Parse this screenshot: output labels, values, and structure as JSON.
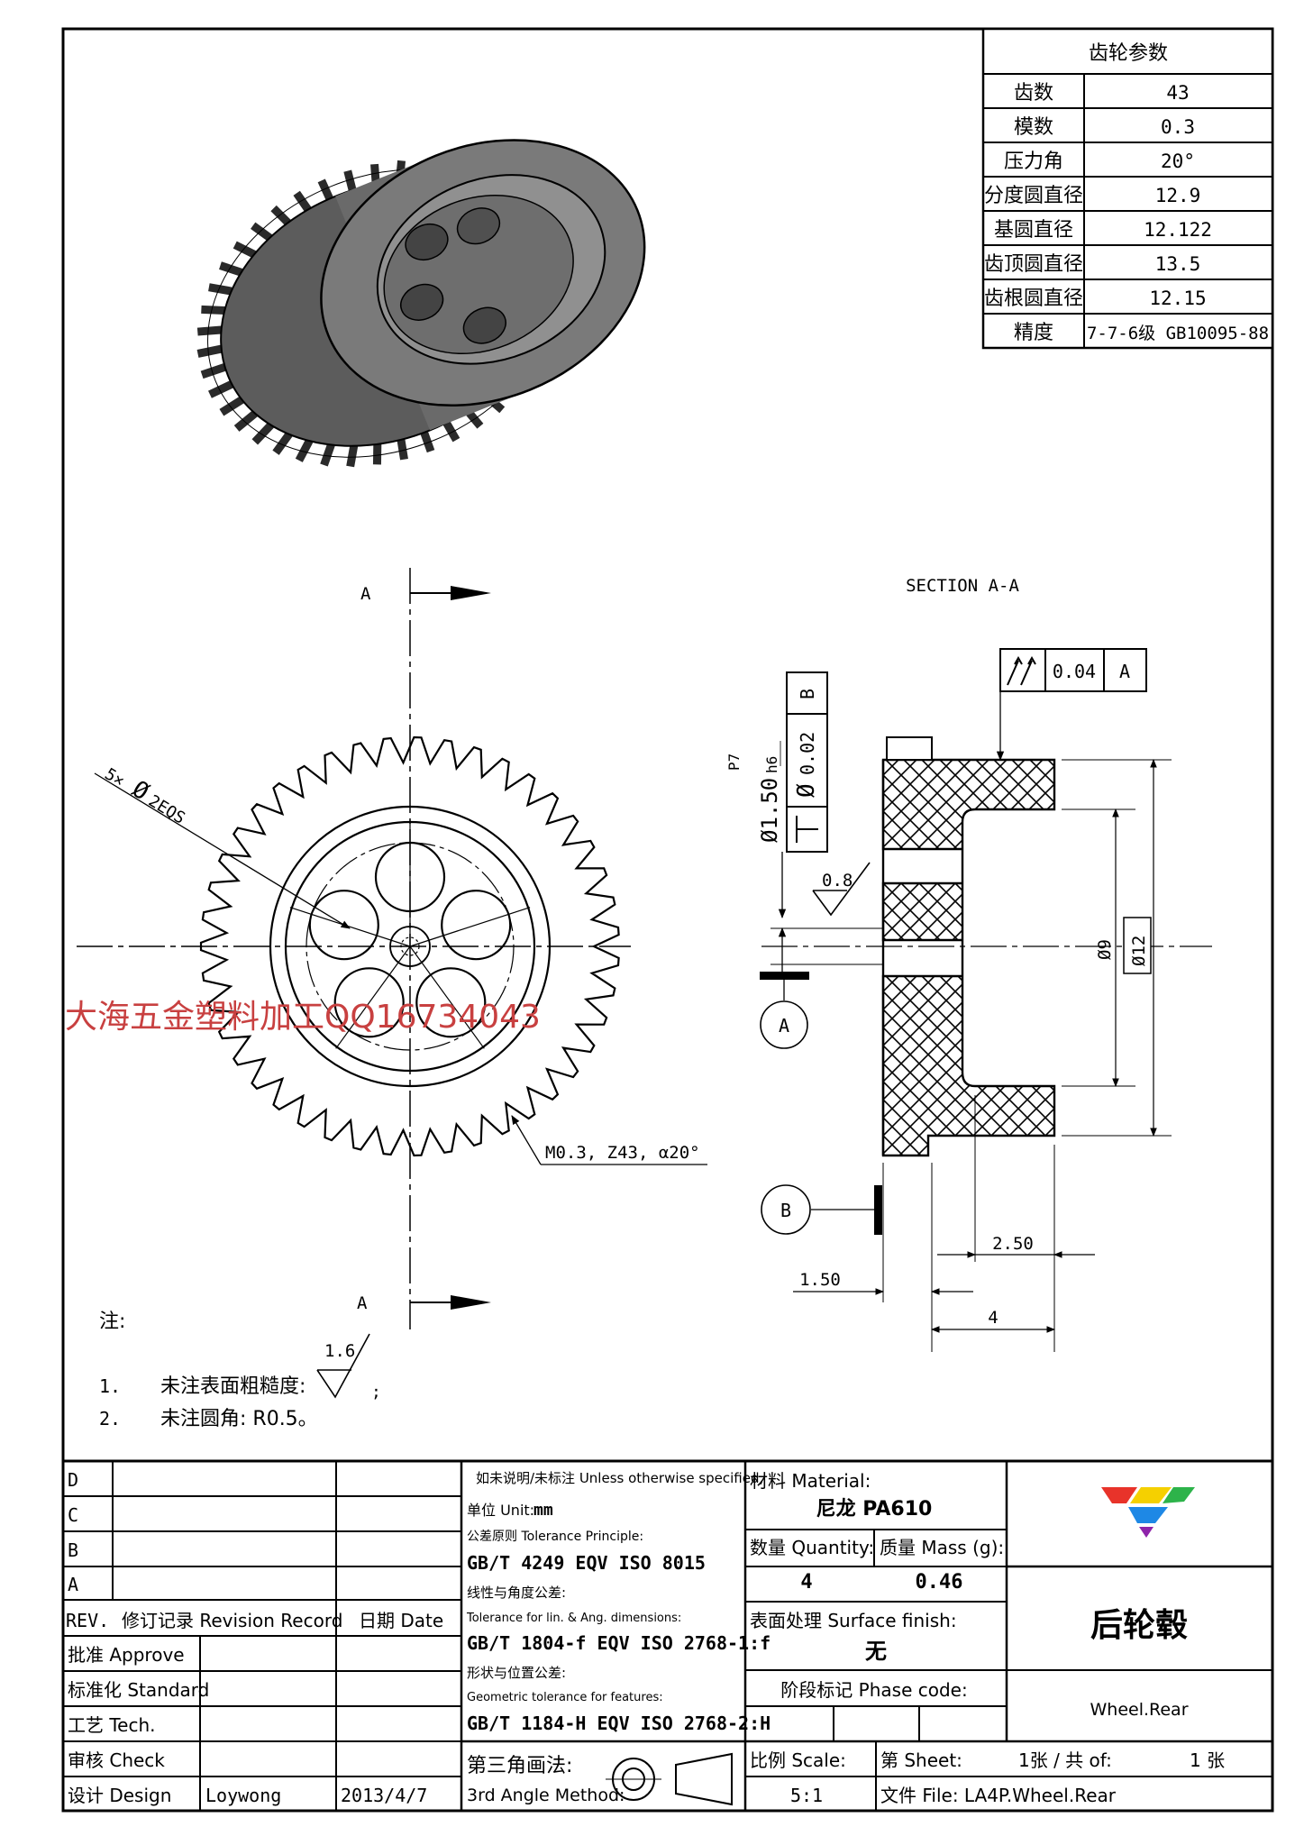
{
  "gear_table": {
    "title": "齿轮参数",
    "rows": [
      {
        "label": "齿数",
        "value": "43"
      },
      {
        "label": "模数",
        "value": "0.3"
      },
      {
        "label": "压力角",
        "value": "20°"
      },
      {
        "label": "分度圆直径",
        "value": "12.9"
      },
      {
        "label": "基圆直径",
        "value": "12.122"
      },
      {
        "label": "齿顶圆直径",
        "value": "13.5"
      },
      {
        "label": "齿根圆直径",
        "value": "12.15"
      },
      {
        "label": "精度",
        "value": "7-7-6级 GB10095-88"
      }
    ]
  },
  "front_view": {
    "section_mark_top": "A",
    "section_mark_bottom": "A",
    "holes_callout_count": "5×",
    "holes_callout_dia": "Ø",
    "holes_callout_spec": "2EQS",
    "gear_callout": "M0.3, Z43, α20°",
    "teeth": 43,
    "holes": 5
  },
  "section_view": {
    "title": "SECTION A-A",
    "parallelism_value": "0.04",
    "parallelism_datum": "A",
    "perp_bore": "Ø1.50",
    "perp_fit": "P7",
    "perp_fit_shaft": "h6",
    "perp_tol_dia": "Ø",
    "perp_tol": "0.02",
    "perp_datum": "B",
    "roughness_08": "0.8",
    "datum_a": "A",
    "datum_b": "B",
    "dim_inner_dia": "Ø9",
    "dim_outer_dia": "Ø12",
    "dim_250": "2.50",
    "dim_150": "1.50",
    "dim_4": "4"
  },
  "watermark": "大海五金塑料加工QQ16734043",
  "notes": {
    "heading": "注:",
    "roughness_16": "1.6",
    "items": [
      {
        "num": "1.",
        "text": "未注表面粗糙度:"
      },
      {
        "num": "2.",
        "text": "未注圆角: R0.5。"
      }
    ],
    "item1_suffix": ";"
  },
  "title_block": {
    "rev_rows": [
      "D",
      "C",
      "B",
      "A"
    ],
    "rev_label": "REV.",
    "revision_record": "修订记录 Revision Record",
    "date_header": "日期 Date",
    "roles": [
      {
        "label": "批准 Approve",
        "name": "",
        "date": ""
      },
      {
        "label": "标准化 Standard",
        "name": "",
        "date": ""
      },
      {
        "label": "工艺 Tech.",
        "name": "",
        "date": ""
      },
      {
        "label": "审核 Check",
        "name": "",
        "date": ""
      },
      {
        "label": "设计 Design",
        "name": "Loywong",
        "date": "2013/4/7"
      }
    ],
    "spec_heading": "如未说明/未标注 Unless otherwise specified,",
    "unit_label": "单位 Unit:",
    "unit_value": "mm",
    "tol_principle_label": "公差原则 Tolerance Principle:",
    "tol_principle_value": "GB/T 4249 EQV ISO 8015",
    "lin_ang_cn": "线性与角度公差:",
    "lin_ang_en": "Tolerance for lin. & Ang. dimensions:",
    "lin_ang_value": "GB/T 1804-f EQV ISO 2768-1:f",
    "geo_cn": "形状与位置公差:",
    "geo_en": "Geometric tolerance for features:",
    "geo_value": "GB/T 1184-H EQV ISO 2768-2:H",
    "projection_label": "第三角画法:",
    "projection_label_en": "3rd Angle Method:",
    "material_label": "材料 Material:",
    "material_value": "尼龙 PA610",
    "quantity_label": "数量 Quantity:",
    "quantity_value": "4",
    "mass_label": "质量 Mass (g):",
    "mass_value": "0.46",
    "surface_label": "表面处理 Surface finish:",
    "surface_value": "无",
    "phase_label": "阶段标记 Phase code:",
    "part_name_cn": "后轮毂",
    "part_name_en": "Wheel.Rear",
    "scale_label": "比例 Scale:",
    "scale_value": "5:1",
    "sheet_label": "第 Sheet:",
    "sheet_value": "1张 / 共 of:",
    "sheet_total": "1 张",
    "file_label": "文件 File: LA4P.Wheel.Rear",
    "logo_colors": [
      "#e8332a",
      "#f5d000",
      "#2db34a",
      "#1e88e5",
      "#8e24aa"
    ]
  }
}
